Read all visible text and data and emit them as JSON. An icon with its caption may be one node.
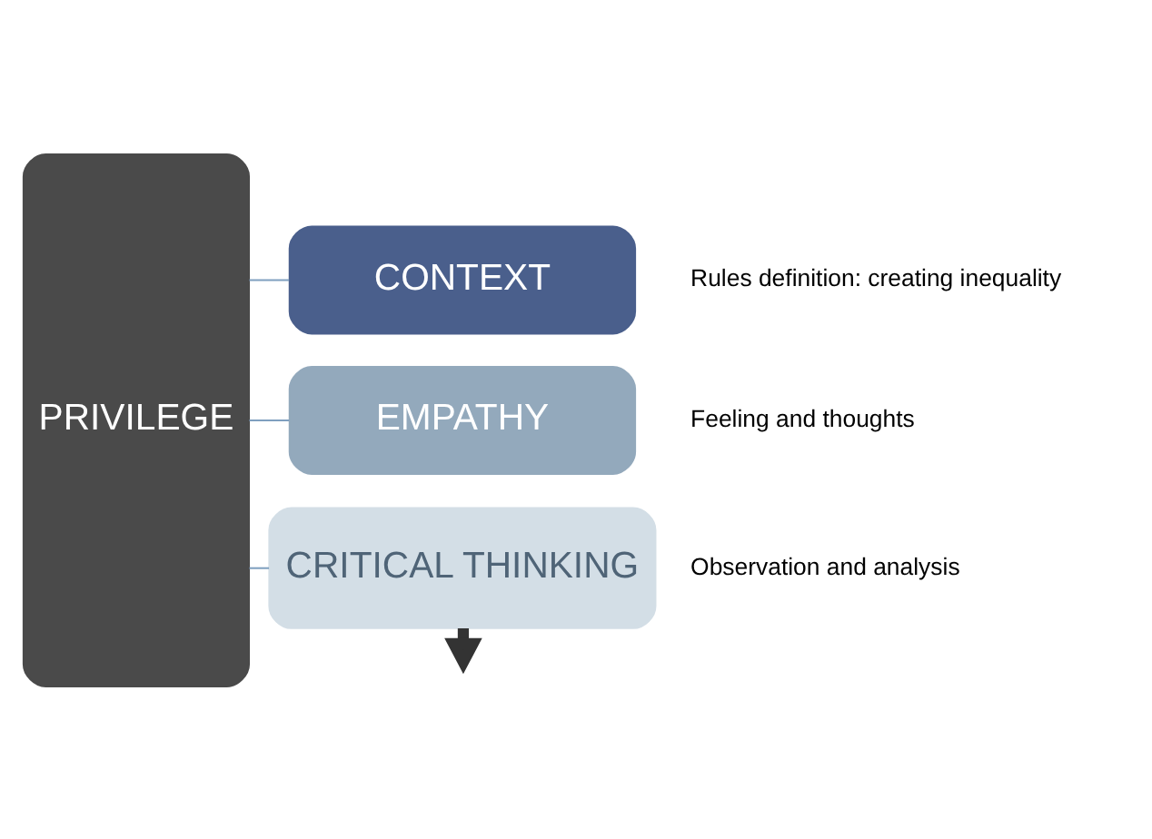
{
  "diagram": {
    "nodes": [
      {
        "text": [
          "PRIVILEGE"
        ]
      },
      {
        "text": [
          "CONTEXT"
        ],
        "beside": [
          "Rules definition: creating inequality"
        ]
      },
      {
        "text": [
          "EMPATHY"
        ],
        "beside": [
          "Feeling and thoughts"
        ]
      },
      {
        "text": [
          "CRITICAL THINKING"
        ],
        "beside": [
          "Observation and analysis"
        ]
      }
    ],
    "edges": [
      {
        "from": 0,
        "to": 1,
        "arrow": "none"
      },
      {
        "from": 0,
        "to": 2,
        "arrow": "none"
      },
      {
        "from": 0,
        "to": 3,
        "arrow": "none"
      },
      {
        "from": 3,
        "to": null,
        "arrow": "to",
        "style": "thick",
        "color": "#333333"
      }
    ]
  }
}
